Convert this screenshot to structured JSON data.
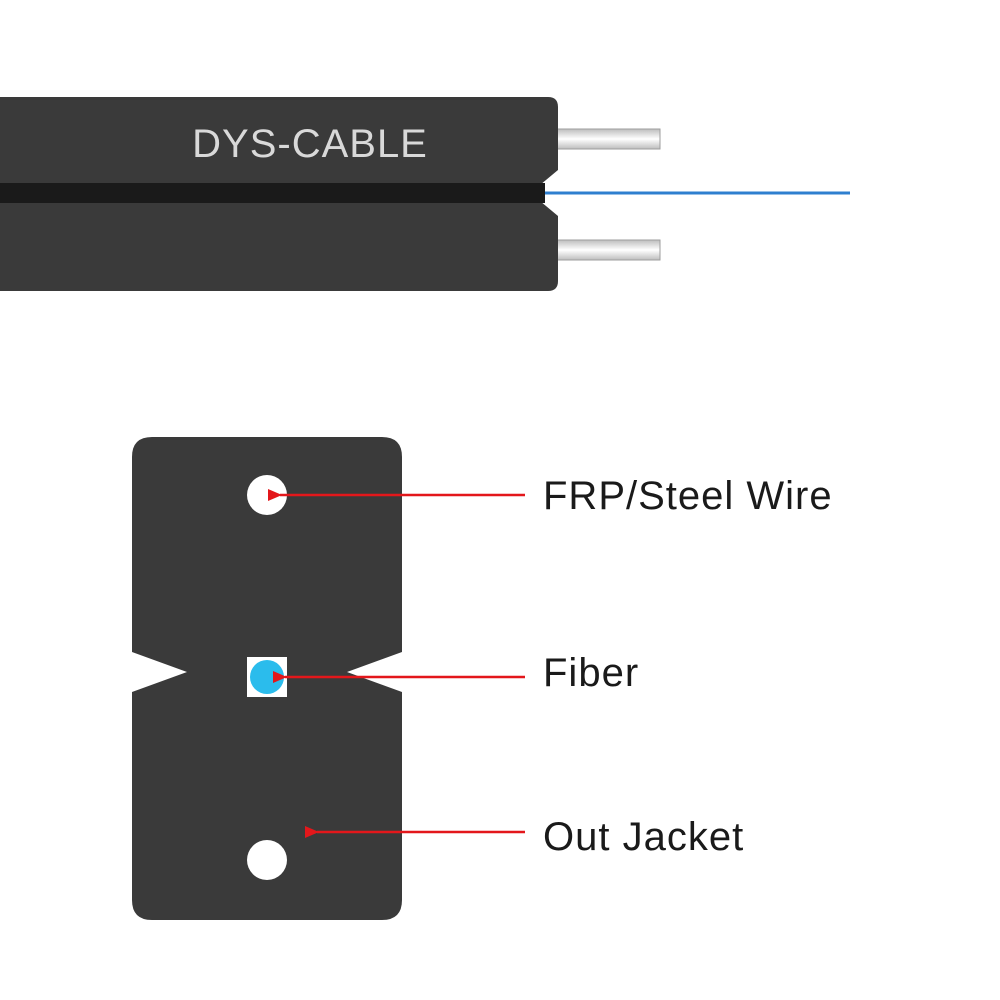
{
  "cable": {
    "brand": "DYS-CABLE"
  },
  "cross_section": {
    "labels": {
      "strength_member": "FRP/Steel Wire",
      "fiber": "Fiber",
      "jacket": "Out Jacket"
    }
  },
  "colors": {
    "jacket": "#3a3a3a",
    "jacket_groove": "#1a1a1a",
    "brand_text": "#d9d9d9",
    "strength_member": "#ffffff",
    "fiber_core": "#2bbcec",
    "fiber_line": "#2f7fcf",
    "arrow": "#e3171b",
    "label_text": "#1a1a1a"
  }
}
